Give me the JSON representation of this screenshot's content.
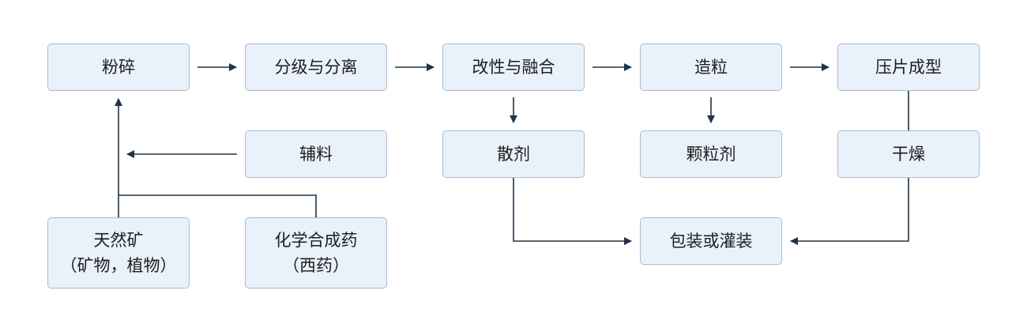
{
  "colors": {
    "node_fill": "#e9f1fb",
    "node_border": "#a9bccf",
    "connector": "#1f3347"
  },
  "nodes": {
    "crush": "粉碎",
    "classify": "分级与分离",
    "modify": "改性与融合",
    "granulate": "造粒",
    "tablet": "压片成型",
    "excipient": "辅料",
    "powder": "散剂",
    "granule": "颗粒剂",
    "dry": "干燥",
    "natural": [
      "天然矿",
      "（矿物，植物）"
    ],
    "chemical": [
      "化学合成药",
      "（西药）"
    ],
    "package": "包装或灌装"
  }
}
